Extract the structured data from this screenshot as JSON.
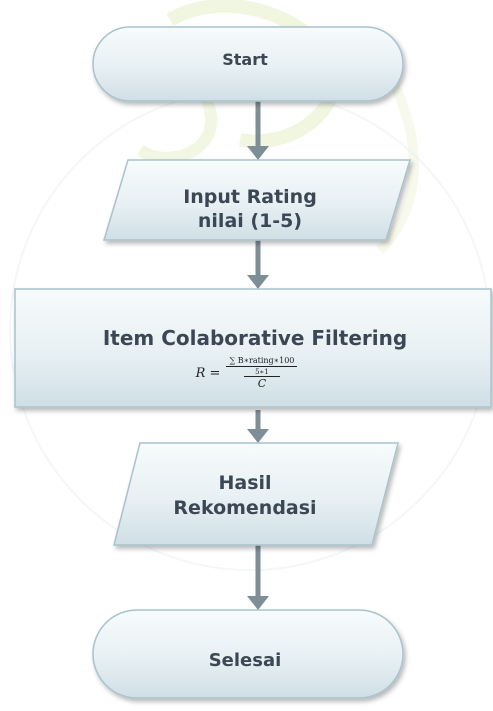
{
  "nodes": {
    "start": "Start",
    "input_line1": "Input Rating",
    "input_line2": "nilai (1-5)",
    "process_title": "Item Colaborative Filtering",
    "hasil_line1": "Hasil",
    "hasil_line2": "Rekomendasi",
    "end": "Selesai"
  },
  "formula": {
    "lhs": "R =",
    "numerator": "∑ B∗rating∗100",
    "mid": "5∗1",
    "denominator": "C"
  },
  "colors": {
    "shape_fill_light": "#f4f9fa",
    "shape_fill_dark": "#d5e3e9",
    "shape_stroke": "#a9c2cc",
    "arrow": "#7d8e96",
    "text": "#3b4754",
    "watermark": "#d8e6b0"
  }
}
